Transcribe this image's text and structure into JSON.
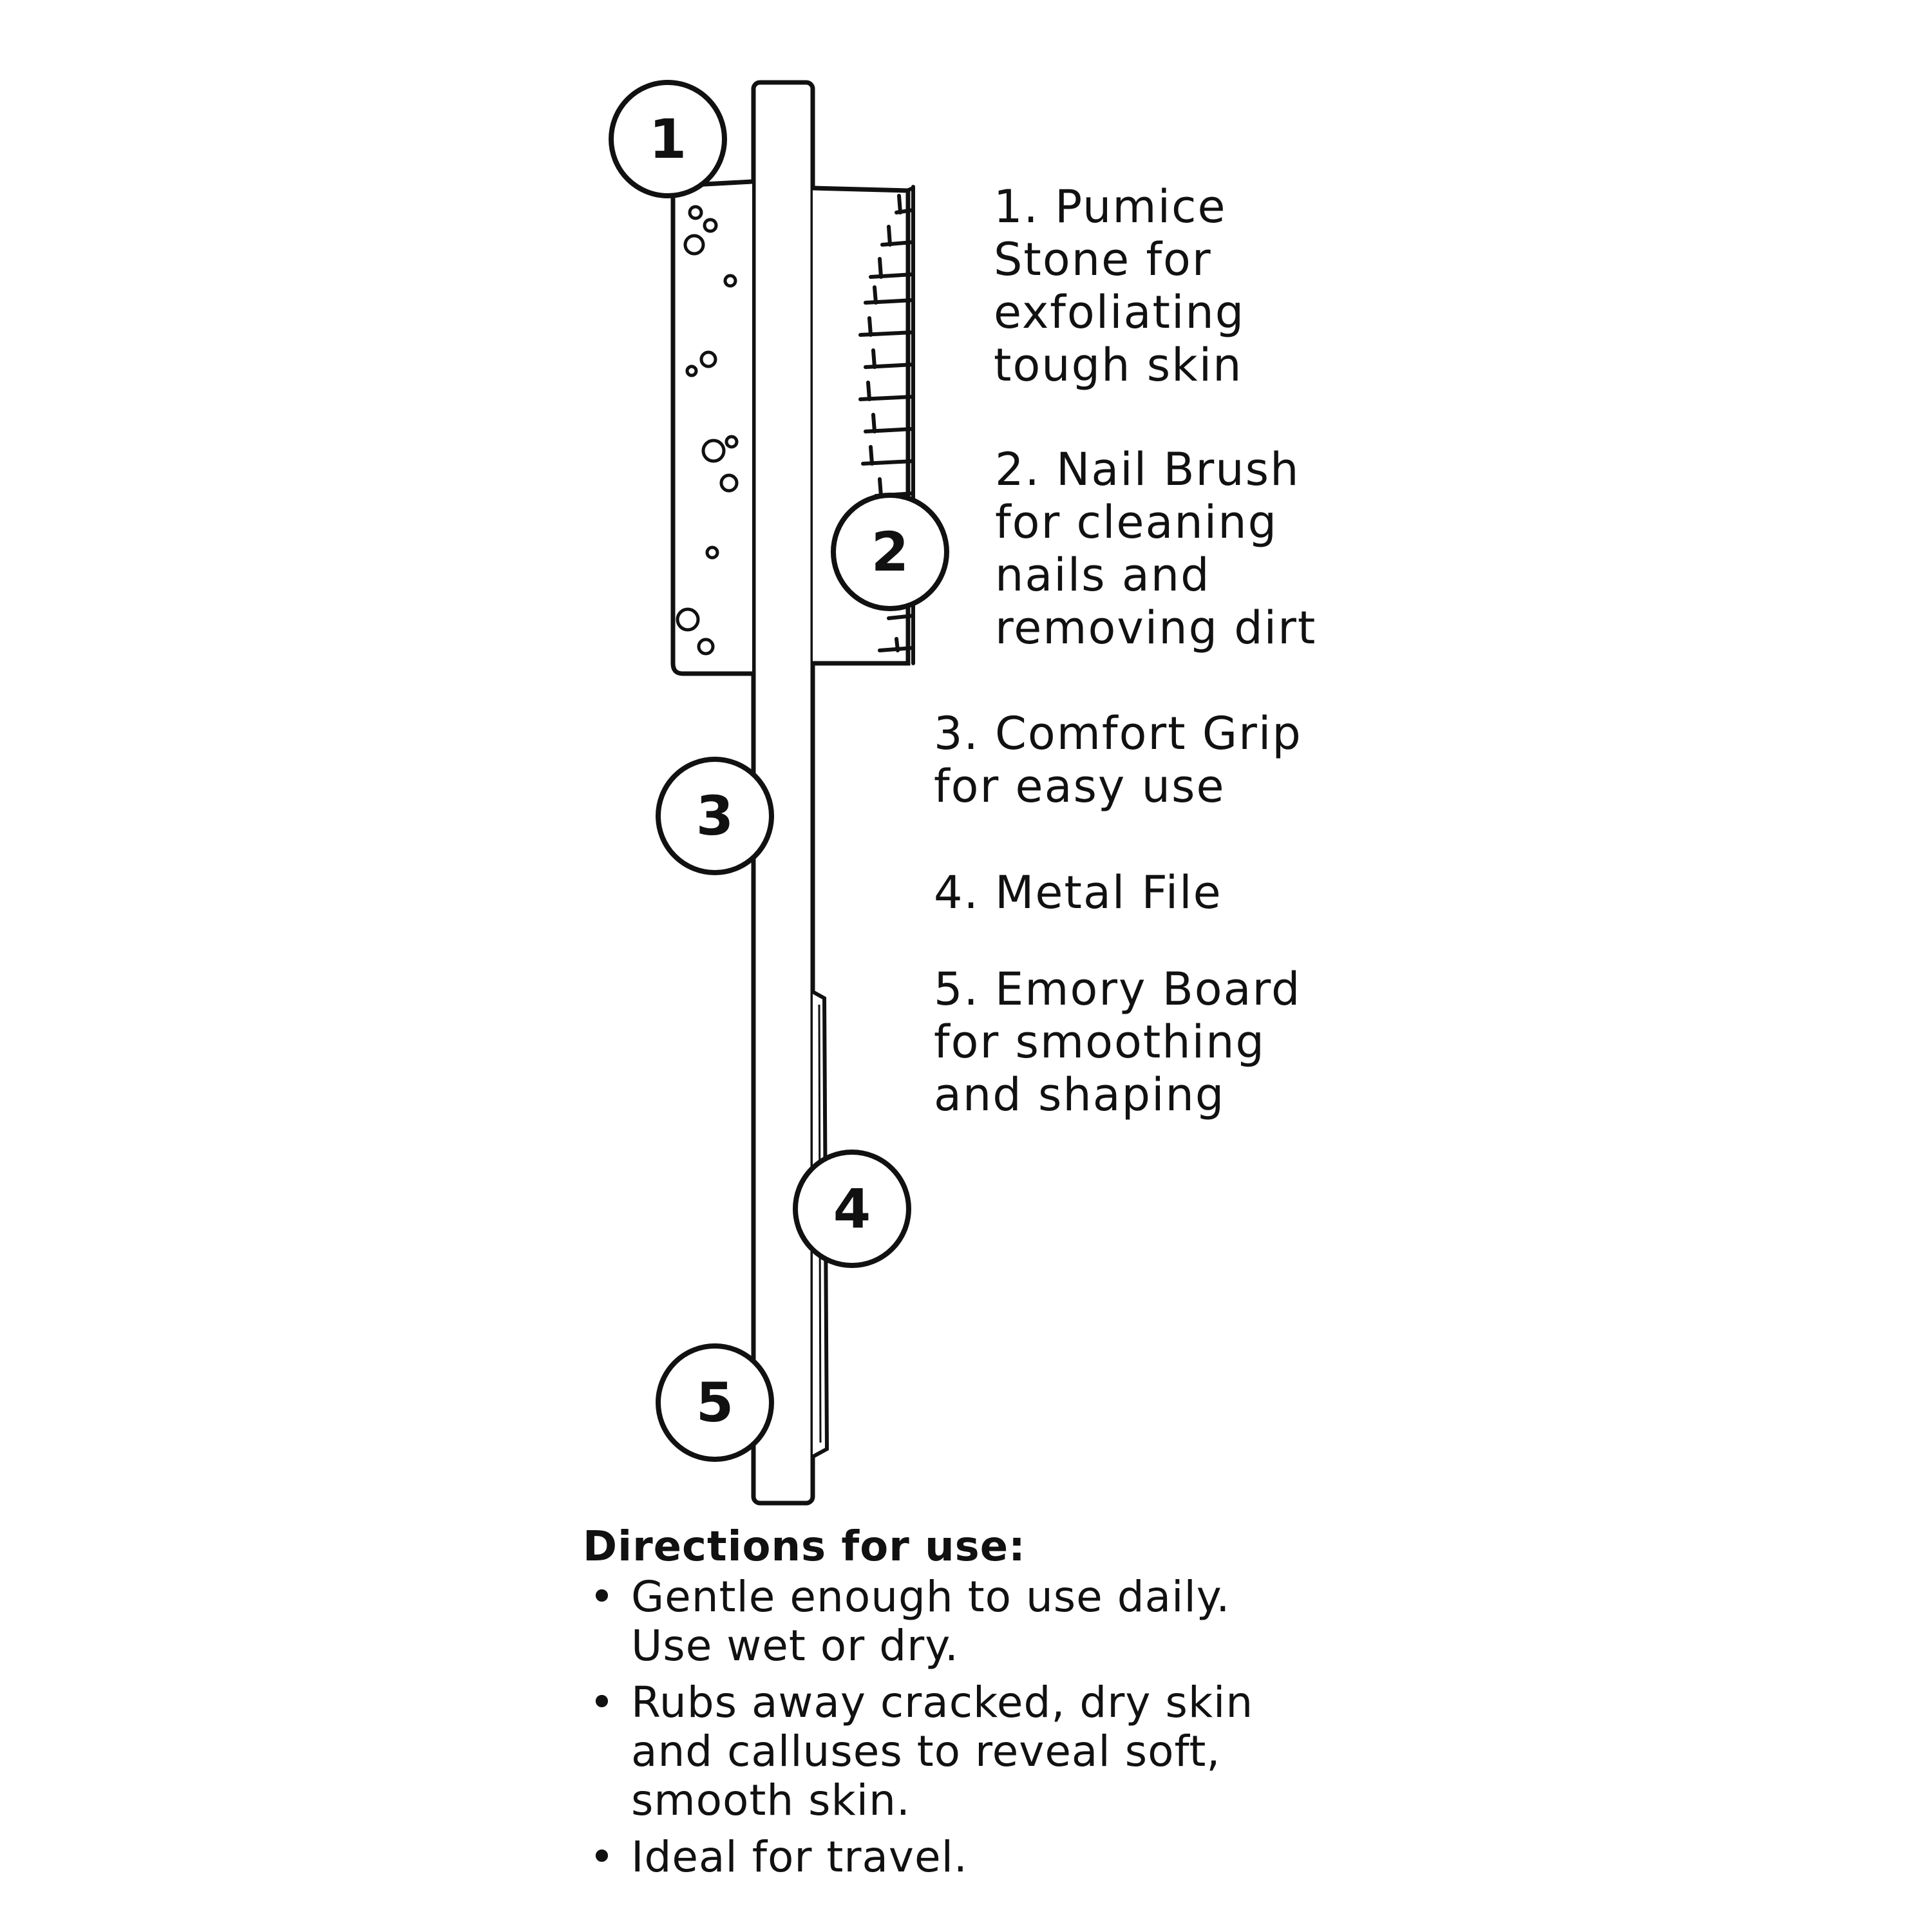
{
  "callouts": [
    {
      "number": "1",
      "lines": [
        "1. Pumice",
        "Stone for",
        "exfoliating",
        "tough skin"
      ]
    },
    {
      "number": "2",
      "lines": [
        "2. Nail Brush",
        "for cleaning",
        "nails and",
        "removing dirt"
      ]
    },
    {
      "number": "3",
      "lines": [
        "3. Comfort Grip",
        "for easy use"
      ]
    },
    {
      "number": "4",
      "lines": [
        "4. Metal File"
      ]
    },
    {
      "number": "5",
      "lines": [
        "5. Emory Board",
        "for smoothing",
        "and shaping"
      ]
    }
  ],
  "directions": {
    "heading": "Directions for use:",
    "bullet": "•",
    "items": [
      [
        "Gentle enough to use daily.",
        "Use wet or dry."
      ],
      [
        "Rubs away cracked, dry skin",
        "and calluses to reveal soft,",
        "smooth skin."
      ],
      [
        "Ideal for travel."
      ]
    ]
  },
  "colors": {
    "ink": "#111111",
    "paper": "#ffffff"
  }
}
